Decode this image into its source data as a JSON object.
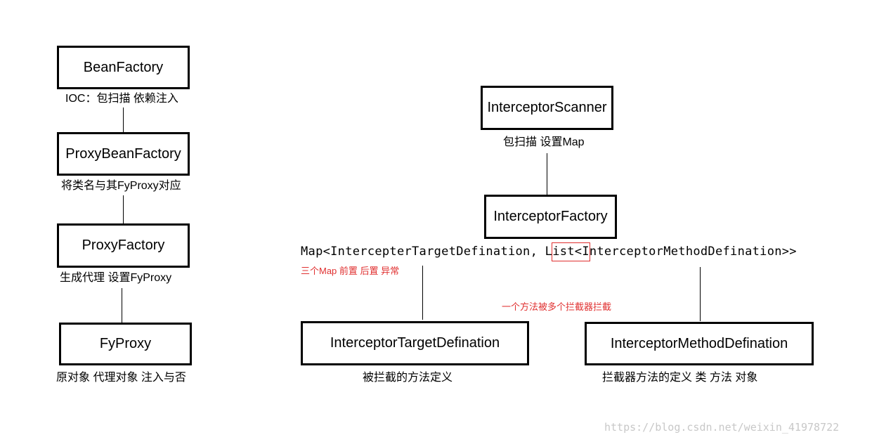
{
  "left_chain": {
    "bean_factory": {
      "label": "BeanFactory",
      "note": "IOC：包扫描  依赖注入"
    },
    "proxy_bean_factory": {
      "label": "ProxyBeanFactory",
      "note": "将类名与其FyProxy对应"
    },
    "proxy_factory": {
      "label": "ProxyFactory",
      "note": "生成代理  设置FyProxy"
    },
    "fy_proxy": {
      "label": "FyProxy",
      "note": "原对象 代理对象 注入与否"
    }
  },
  "right_tree": {
    "scanner": {
      "label": "InterceptorScanner",
      "note": "包扫描 设置Map"
    },
    "factory": {
      "label": "InterceptorFactory"
    },
    "map_signature": {
      "prefix": "Map<IntercepterTargetDefination, ",
      "list": "List",
      "suffix": "<InterceptorMethodDefination>>"
    },
    "map_note": "三个Map   前置   后置   异常",
    "list_note": "一个方法被多个拦截器拦截",
    "target_def": {
      "label": "InterceptorTargetDefination",
      "note": "被拦截的方法定义"
    },
    "method_def": {
      "label": "InterceptorMethodDefination",
      "note": "拦截器方法的定义    类    方法     对象"
    }
  },
  "watermark": "https://blog.csdn.net/weixin_41978722",
  "colors": {
    "annotation": "#e03030",
    "border": "#000000"
  }
}
